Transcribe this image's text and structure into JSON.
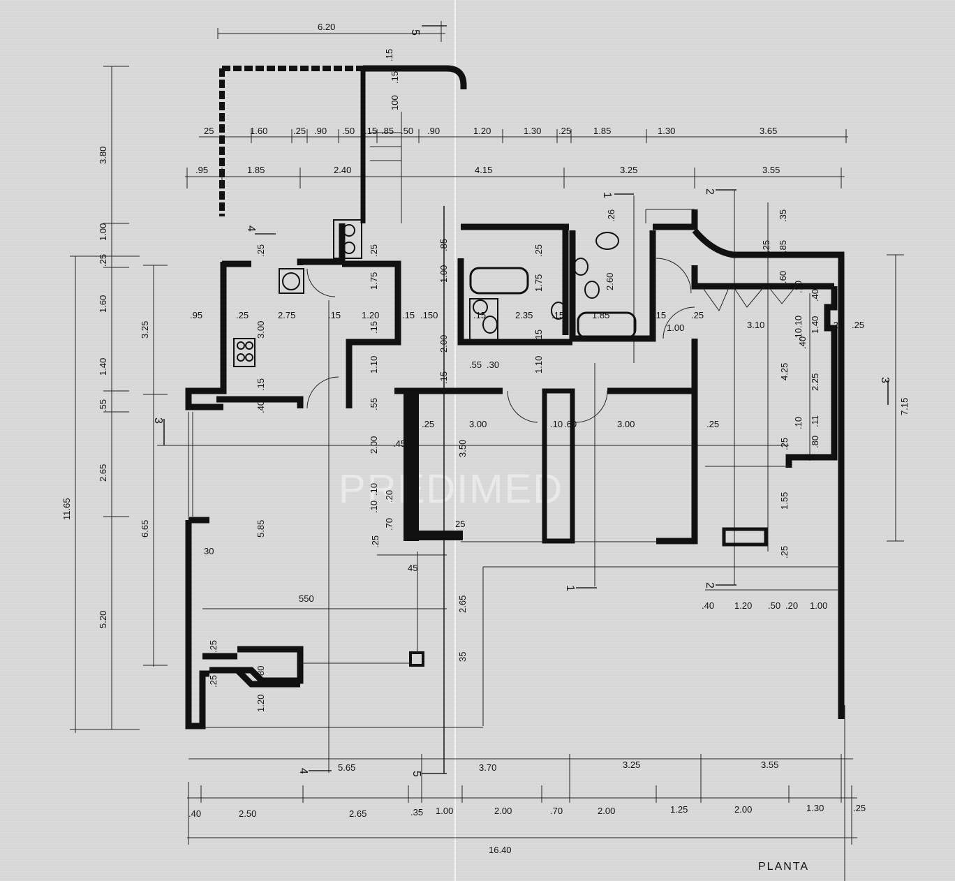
{
  "title": "PLANTA",
  "watermark": "PREDIMED",
  "section_markers": {
    "m5_top": "5",
    "m5_bottom": "5",
    "m4_top": "4",
    "m4_bottom": "4",
    "m3_left": "3",
    "m3_right": "3",
    "m1_top": "1",
    "m1_bottom": "1",
    "m2_top": "2",
    "m2_bottom": "2"
  },
  "dimensions": {
    "top_620": "6.20",
    "stair_15a": ".15",
    "stair_15b": ".15",
    "stair_100": "100",
    "row1": [
      "25",
      "1.60",
      ".25",
      ".90",
      ".50",
      ".15",
      ".85",
      ".50",
      ".90",
      "1.20",
      "1.30",
      ".25",
      "1.85",
      "1.30",
      "3.65"
    ],
    "row2": [
      ".95",
      "1.85",
      "2.40",
      "4.15",
      "3.25",
      "3.55"
    ],
    "left_outer": [
      "3.80",
      "1.00",
      ".25",
      "1.60",
      "1.40",
      ".55",
      "2.65",
      "5.20"
    ],
    "left_total": "11.65",
    "left_inner": [
      "3.25",
      "6.65"
    ],
    "interior": {
      "d26": ".26",
      "d35": ".35",
      "d25a": ".25",
      "d85a": ".85",
      "d25b": ".25",
      "d85b": ".85",
      "d60": ".60",
      "d10a": ".10",
      "d40a": ".40",
      "d25c": ".25",
      "d100a": "1.00",
      "d175a": "1.75",
      "d175b": "1.75",
      "d260": "2.60",
      "d95b": ".95",
      "d25d": ".25",
      "d275": "2.75",
      "d15a": ".15",
      "d120a": "1.20",
      "d15b": ".15",
      "d150": ".150",
      "d15c": ".15",
      "d235": "2.35",
      "d15d": ".15",
      "d185": "1.85",
      "d15e": ".15",
      "d100b": "1.00",
      "d310": "3.10",
      "d20a": ".20",
      "d25e": ".25",
      "d10b": ".10",
      "d140": "1.40",
      "d10c": ".10",
      "d40b": ".40",
      "d300v": "3.00",
      "d15f": ".15",
      "d15g": ".15",
      "d15h": ".15",
      "d110a": "1.10",
      "d200a": "2.00",
      "d55": ".55",
      "d30": ".30",
      "d110b": "1.10",
      "d425": "4.25",
      "d225": "2.25",
      "d15i": ".15",
      "d40c": ".40",
      "d55b": ".55",
      "d15j": ".15",
      "d25f": ".25",
      "d300a": "3.00",
      "d10d": ".10",
      "d60b": ".60",
      "d300b": "3.00",
      "d25g": ".25",
      "d10e": ".10",
      "d11": ".11",
      "d715": "7.15",
      "d45a": ".45",
      "d200b": "2.00",
      "d350": "3.50",
      "d25h": ".25",
      "d80": ".80",
      "d10f": ".10",
      "d10g": ".10",
      "d20b": ".20",
      "d70": ".70",
      "d25i": "25",
      "d25j": ".25",
      "d155": "1.55",
      "d25k": ".25",
      "d30b": "30",
      "d585": "5.85",
      "d45b": "45",
      "d550": "550",
      "d265": "2.65",
      "d25l": ".25",
      "d35b": "35",
      "d80b": "80",
      "d25m": ".25",
      "d120b": "1.20",
      "d40d": ".40",
      "d120c": "1.20",
      "d50": ".50",
      "d20c": ".20",
      "d100c": "1.00"
    },
    "bottom_row1": [
      "5.65",
      "3.70",
      "3.25",
      "3.55"
    ],
    "bottom_row2": [
      ".40",
      "2.50",
      "2.65",
      ".35",
      "1.00",
      "2.00",
      ".70",
      "2.00",
      "1.25",
      "2.00",
      "1.30",
      ".25"
    ],
    "bottom_total": "16.40"
  }
}
